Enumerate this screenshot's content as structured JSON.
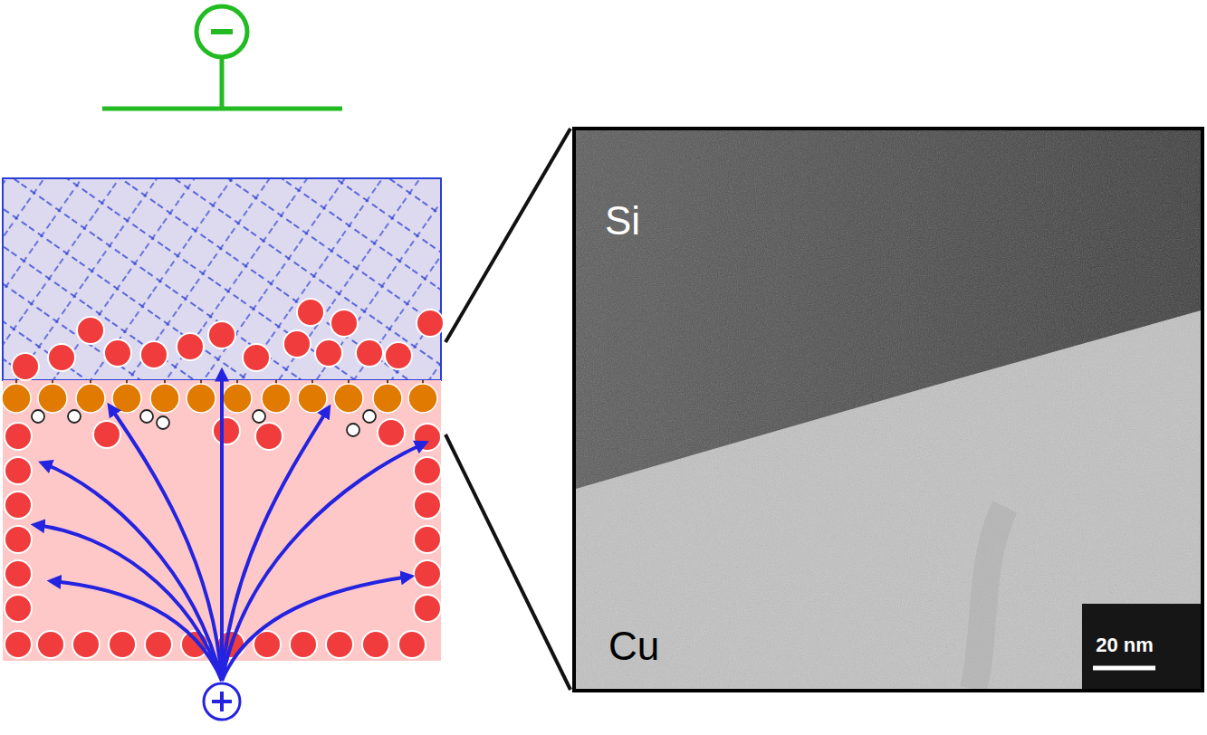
{
  "diagram": {
    "labels": [
      "Si",
      "Cu",
      "20 nm"
    ]
  }
}
